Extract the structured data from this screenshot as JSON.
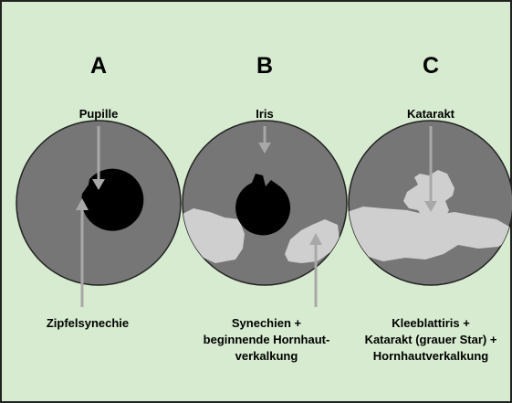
{
  "colors": {
    "background": "#d6ebcf",
    "frame": "#222222",
    "eye": "#767676",
    "pupil": "#000000",
    "opacity": "#cfcfcf",
    "arrow": "#a8a8a8"
  },
  "panels": [
    {
      "letter": "A",
      "top_label": "Pupille",
      "bottom_label": [
        "Zipfelsynechie"
      ]
    },
    {
      "letter": "B",
      "top_label": "Iris",
      "bottom_label": [
        "Synechien +",
        "beginnende Hornhaut-",
        "verkalkung"
      ]
    },
    {
      "letter": "C",
      "top_label": "Katarakt",
      "bottom_label": [
        "Kleeblattiris +",
        "Katarakt (grauer Star) +",
        "Hornhautverkalkung"
      ]
    }
  ]
}
